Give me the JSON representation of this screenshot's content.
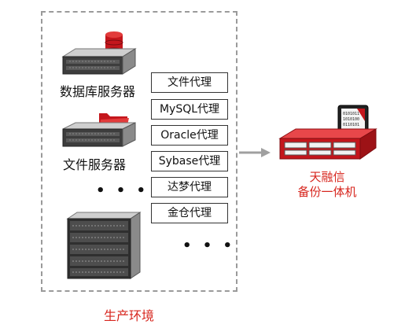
{
  "production_env": {
    "label": "生产环境"
  },
  "servers": {
    "database": "数据库服务器",
    "file": "文件服务器",
    "ellipsis": "• • •"
  },
  "agents": {
    "items": [
      "文件代理",
      "MySQL代理",
      "Oracle代理",
      "Sybase代理",
      "达梦代理",
      "金仓代理"
    ],
    "ellipsis": "• • •"
  },
  "appliance": {
    "line1": "天融信",
    "line2": "备份一体机",
    "screen_text": "0101011 1010100 0110101"
  },
  "colors": {
    "accent": "#d7261e",
    "border": "#9a9a9a",
    "arrow": "#a0a0a0"
  }
}
